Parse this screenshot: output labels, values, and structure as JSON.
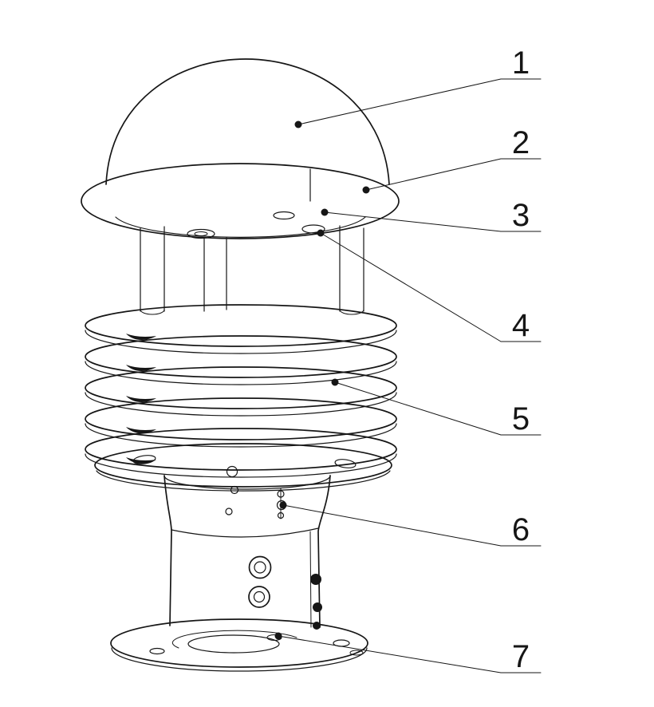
{
  "colors": {
    "ink": "#161616",
    "background": "#ffffff"
  },
  "callouts": [
    {
      "label": "1"
    },
    {
      "label": "2"
    },
    {
      "label": "3"
    },
    {
      "label": "4"
    },
    {
      "label": "5"
    },
    {
      "label": "6"
    },
    {
      "label": "7"
    }
  ]
}
